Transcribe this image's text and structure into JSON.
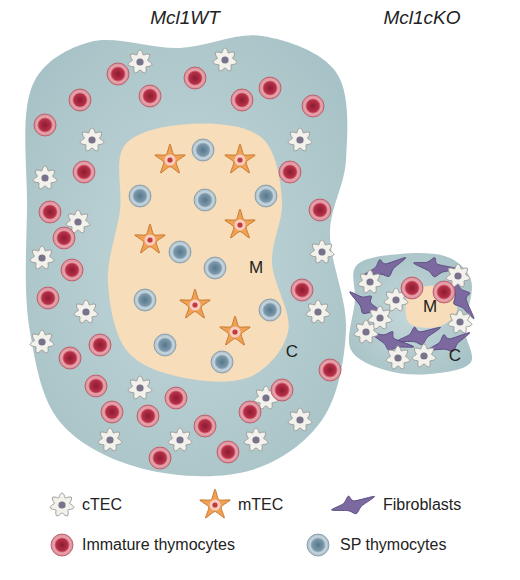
{
  "diagram": {
    "nodes": [
      {
        "text": [
          "Mcl1WT",
          "C"
        ]
      },
      {
        "text": [
          "M"
        ],
        "in": 0
      },
      {
        "text": [
          "Mcl1cKO",
          "C"
        ]
      },
      {
        "text": [
          "M"
        ],
        "in": 2
      }
    ],
    "legend": [
      {
        "text": "cTEC"
      },
      {
        "text": "mTEC"
      },
      {
        "text": "Fibroblasts"
      },
      {
        "text": "Immature thymocytes"
      },
      {
        "text": "SP thymocytes"
      }
    ]
  }
}
